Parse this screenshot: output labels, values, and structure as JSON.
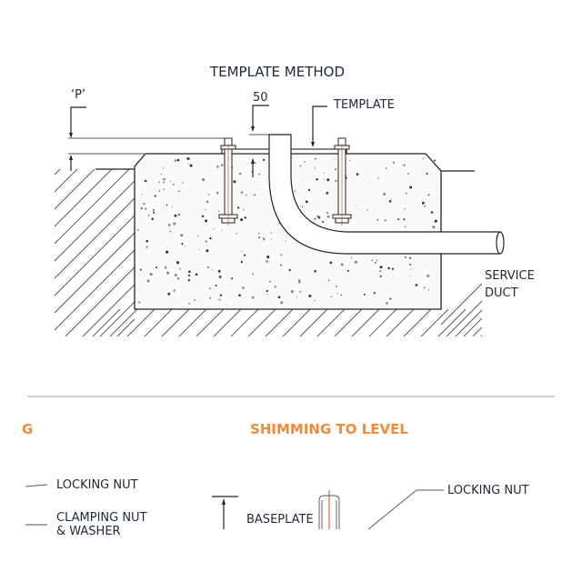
{
  "top_drawing": {
    "title": "TEMPLATE METHOD",
    "labels": {
      "p_dimension": "‘P’",
      "dimension_50": "50",
      "template": "TEMPLATE",
      "service_duct_line1": "SERVICE",
      "service_duct_line2": "DUCT"
    }
  },
  "bottom_section": {
    "left_heading_fragment": "G",
    "heading": "SHIMMING TO LEVEL",
    "left_labels": [
      "LOCKING NUT",
      "CLAMPING NUT",
      "& WASHER"
    ],
    "center_label": "BASEPLATE",
    "right_label": "LOCKING NUT"
  },
  "colors": {
    "heading_orange": "#f08a3a",
    "bolt_centerline": "#e0401a",
    "line": "#222222",
    "divider": "#d0d0d0"
  }
}
